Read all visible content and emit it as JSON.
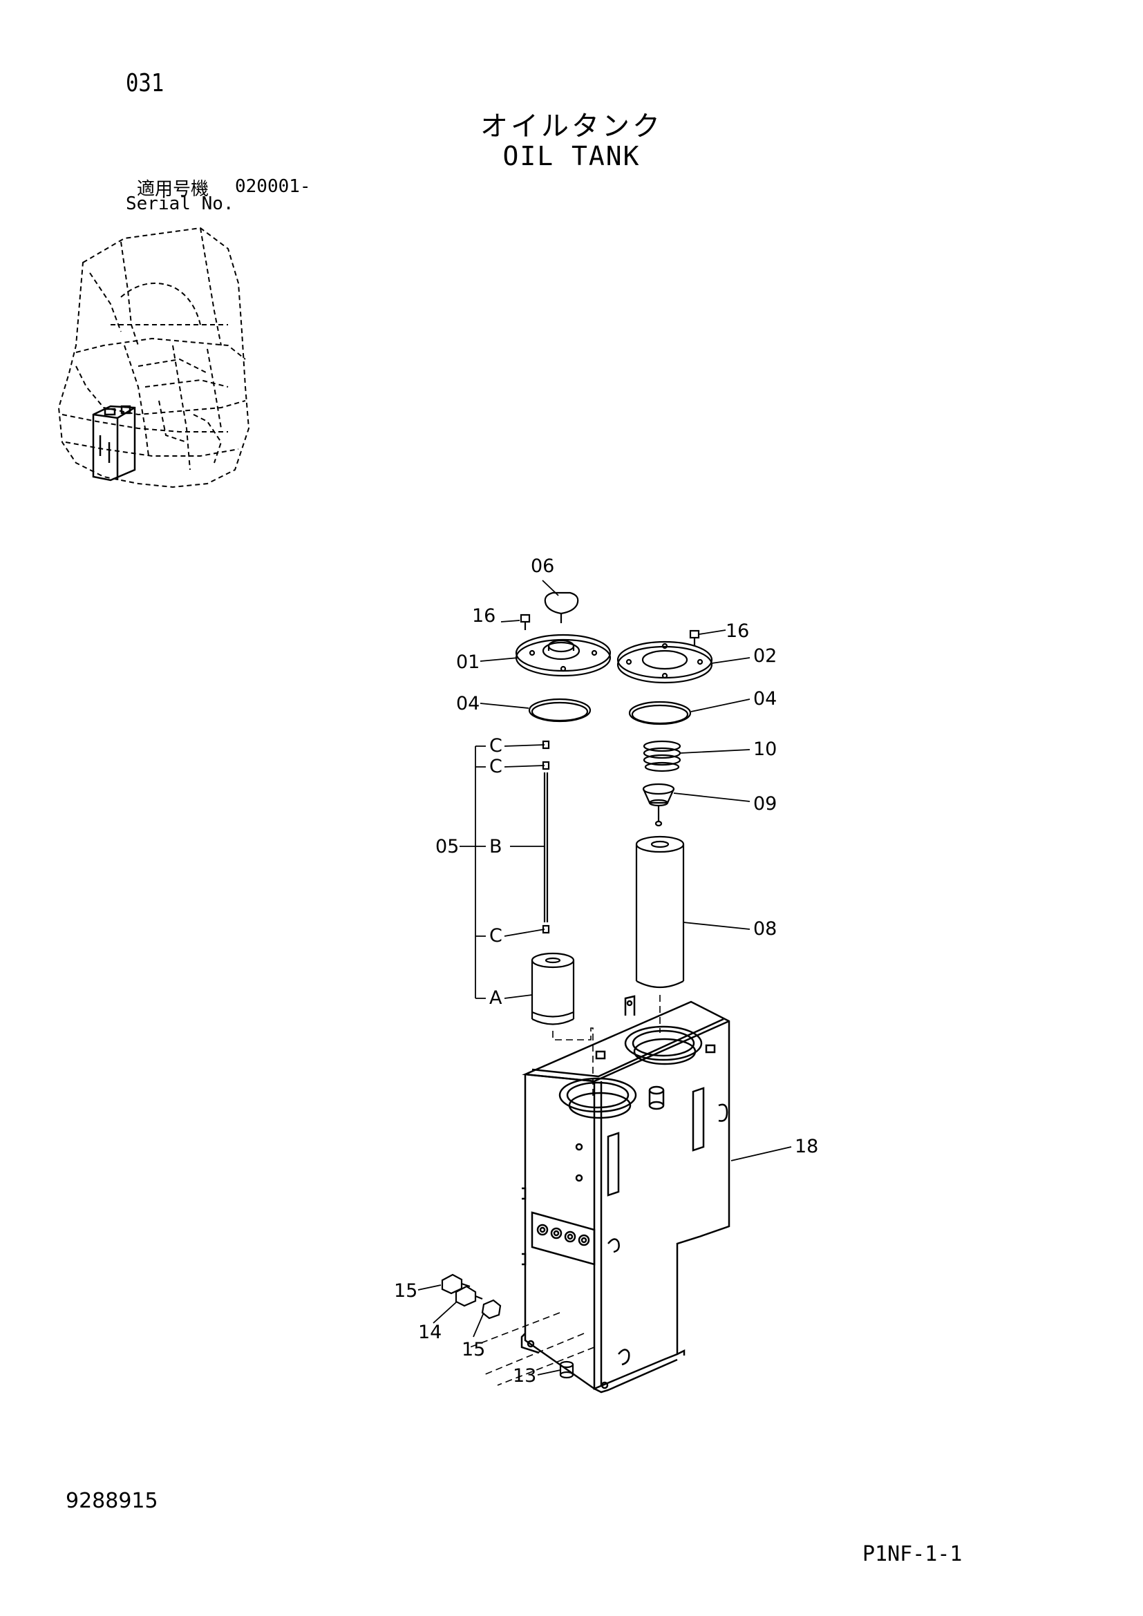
{
  "header": {
    "page_number": "031",
    "title_jp": "オイルタンク",
    "title_en": "OIL TANK",
    "serial_label_jp": "適用号機",
    "serial_number": "020001-",
    "serial_label_en": "Serial No."
  },
  "footer": {
    "drawing_number": "9288915",
    "page_code": "P1NF-1-1"
  },
  "callouts": {
    "c06": "06",
    "c16a": "16",
    "c16b": "16",
    "c01": "01",
    "c02": "02",
    "c04a": "04",
    "c04b": "04",
    "c10": "10",
    "c09": "09",
    "c05": "05",
    "c08": "08",
    "c18": "18",
    "c15a": "15",
    "c14": "14",
    "c15b": "15",
    "c13": "13",
    "sub_c1": "C",
    "sub_c2": "C",
    "sub_b": "B",
    "sub_c3": "C",
    "sub_a": "A"
  }
}
